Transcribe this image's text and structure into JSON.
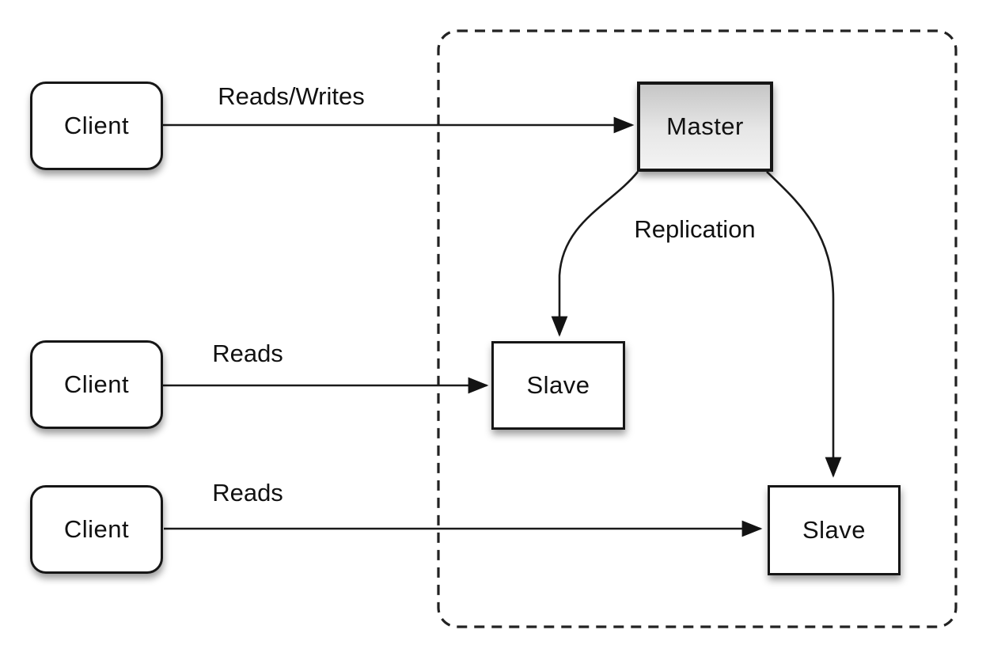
{
  "diagram": {
    "clients": [
      {
        "label": "Client"
      },
      {
        "label": "Client"
      },
      {
        "label": "Client"
      }
    ],
    "master": {
      "label": "Master"
    },
    "slaves": [
      {
        "label": "Slave"
      },
      {
        "label": "Slave"
      }
    ],
    "edge_labels": {
      "client1_to_master": "Reads/Writes",
      "client2_to_slave1": "Reads",
      "client3_to_slave2": "Reads",
      "master_to_slaves": "Replication"
    },
    "colors": {
      "background": "#ffffff",
      "stroke": "#1a1a1a",
      "node_fill": "#ffffff",
      "master_fill_top": "#c6c6c6",
      "master_fill_bottom": "#f3f3f3",
      "text": "#111111"
    }
  }
}
